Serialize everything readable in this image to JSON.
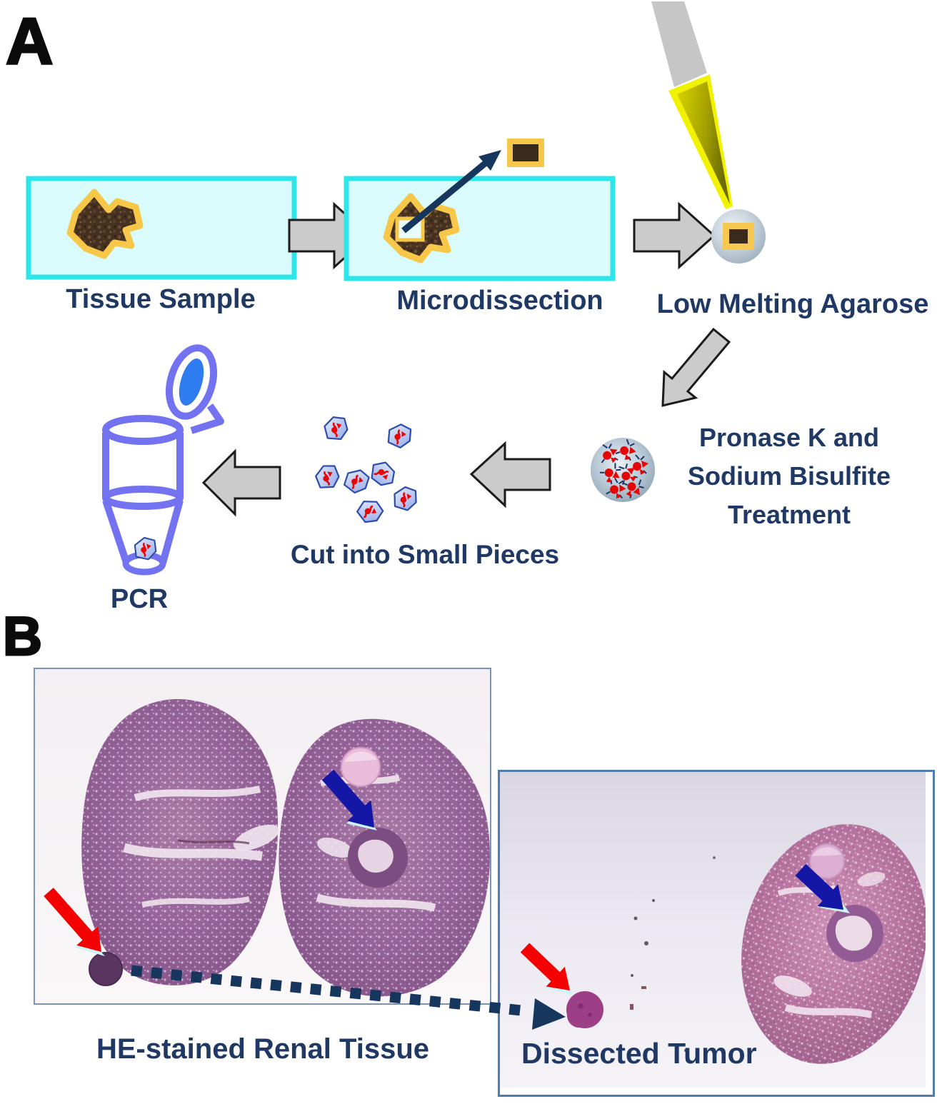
{
  "panel_a": {
    "label": "A",
    "steps": {
      "tissue_sample": "Tissue Sample",
      "microdissection": "Microdissection",
      "low_melting_agarose": "Low Melting Agarose",
      "pronase_line1": "Pronase K and",
      "pronase_line2": "Sodium Bisulfite",
      "pronase_line3": "Treatment",
      "cut_into_small_pieces": "Cut into Small Pieces",
      "pcr": "PCR"
    }
  },
  "panel_b": {
    "label": "B",
    "left_image_caption": "HE-stained Renal Tissue",
    "right_image_caption": "Dissected Tumor"
  },
  "icons": {
    "flow_arrow": "gray-block-arrow",
    "microdissection_arrow": "navy-thin-arrow",
    "pipette": "yellow-pipette-tip",
    "agarose_bead": "gray-sphere-with-tissue",
    "treated_bead": "gray-sphere-with-red-dna",
    "tissue_pieces": "blue-fragments-with-red-dna",
    "pcr_tube": "open-microcentrifuge-tube",
    "red_pointer": "red-annotation-arrow",
    "blue_pointer": "navy-annotation-arrow",
    "transfer_arrow": "dashed-navy-arrow"
  },
  "colors": {
    "label_navy": "#1f3864",
    "slide_fill": "#d9fbfb",
    "slide_border": "#2ee6e9",
    "tissue_outline_yellow": "#f7c74a",
    "tissue_brown": "#463121",
    "arrow_gray": "#cbcbcb",
    "pipette_yellow": "#f0f000",
    "dna_red": "#e60505",
    "piece_blue": "#93a9e8",
    "pcr_tube_purple": "#7373f1",
    "cap_blue": "#2e7cf0",
    "annotation_red": "#f50000",
    "annotation_blue": "#1417a6",
    "dashed_navy": "#17365d",
    "frame_border": "#527cad",
    "he_purple": "#96649a",
    "he_pink": "#b5729d"
  }
}
